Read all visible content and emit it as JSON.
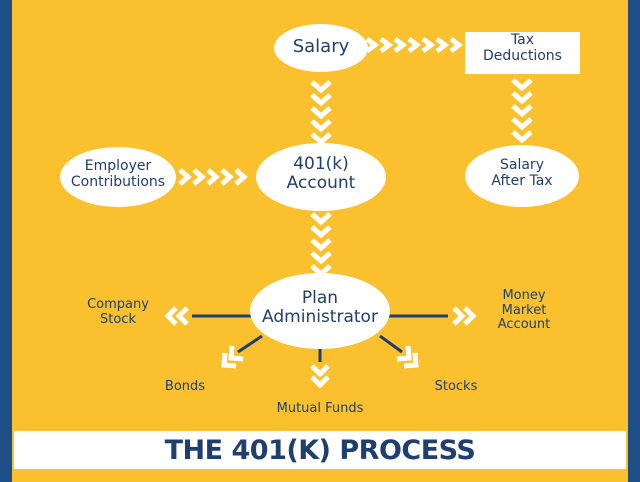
{
  "colors": {
    "background": "#fbc02d",
    "border": "#1d4f86",
    "text": "#1f3f6f",
    "chevron": "#ffffff",
    "line": "#1f3f6f"
  },
  "nodes": {
    "salary": "Salary",
    "tax_deductions_line1": "Tax",
    "tax_deductions_line2": "Deductions",
    "account_line1": "401(k)",
    "account_line2": "Account",
    "employer_line1": "Employer",
    "employer_line2": "Contributions",
    "salary_after_tax_line1": "Salary",
    "salary_after_tax_line2": "After Tax",
    "plan_admin_line1": "Plan",
    "plan_admin_line2": "Administrator"
  },
  "outputs": {
    "company_stock_line1": "Company",
    "company_stock_line2": "Stock",
    "money_market_line1": "Money",
    "money_market_line2": "Market",
    "money_market_line3": "Account",
    "bonds": "Bonds",
    "mutual_funds": "Mutual Funds",
    "stocks": "Stocks"
  },
  "title": "THE 401(K) PROCESS"
}
